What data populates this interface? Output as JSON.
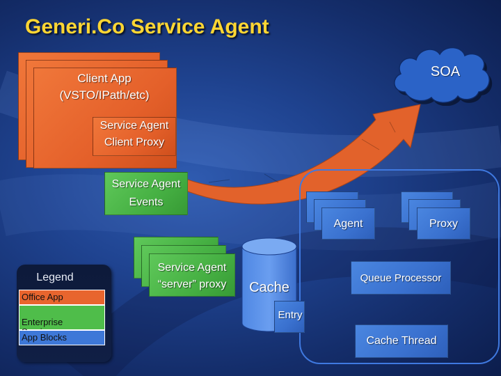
{
  "title": "Generi.Co Service Agent",
  "soa_label": "SOA",
  "client_app": {
    "line1": "Client App",
    "line2": "(VSTO/IPath/etc)"
  },
  "client_proxy": {
    "line1": "Service Agent",
    "line2": "Client Proxy"
  },
  "events": {
    "line1": "Service Agent",
    "line2": "Events"
  },
  "server_proxy": {
    "line1": "Service Agent",
    "line2": "“server” proxy"
  },
  "cache_label": "Cache",
  "entry_label": "Entry",
  "agent_label": "Agent",
  "proxy_label": "Proxy",
  "queue_processor_label": "Queue Processor",
  "cache_thread_label": "Cache Thread",
  "legend": {
    "title": "Legend",
    "items": [
      {
        "label": "Office App",
        "color": "#e8652e"
      },
      {
        "label": "Enterprise\nServices",
        "color": "#4fbd4a"
      },
      {
        "label": "App Blocks",
        "color": "#3e78d8"
      }
    ]
  },
  "colors": {
    "title": "#ffd633",
    "office_app": "#e8652e",
    "enterprise_services": "#4fbd4a",
    "app_blocks": "#3e78d8",
    "soa_cloud": "#2b63c7",
    "panel_border": "#3f79e0"
  }
}
